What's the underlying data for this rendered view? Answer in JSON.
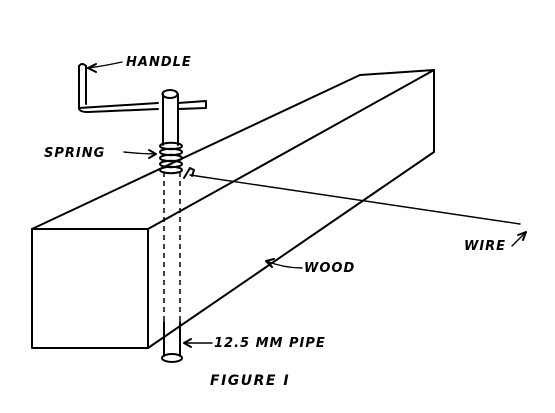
{
  "diagram": {
    "labels": {
      "handle": "HANDLE",
      "spring": "SPRING",
      "wire": "WIRE",
      "wood": "WOOD",
      "pipe": "12.5 MM PIPE"
    },
    "caption": "FIGURE I",
    "ink_color": "#000000",
    "background_color": "#ffffff"
  }
}
